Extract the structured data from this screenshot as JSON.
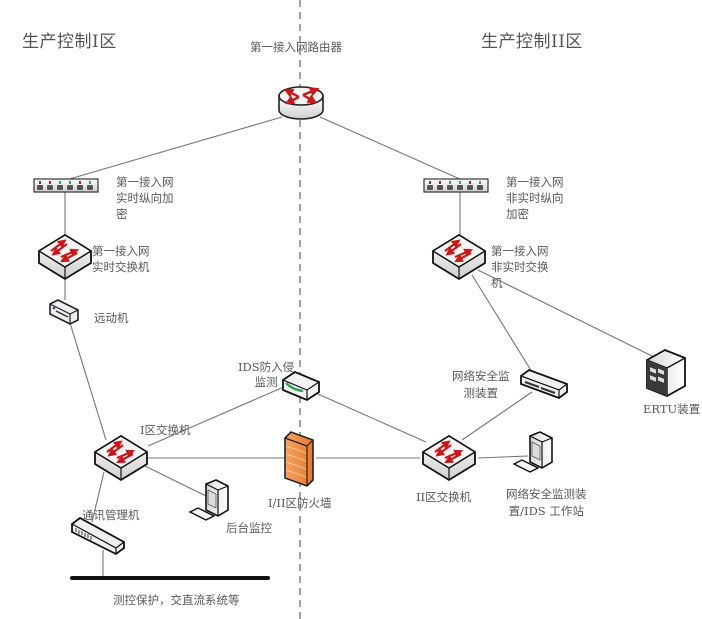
{
  "zones": {
    "left": "生产控制I区",
    "right": "生产控制II区"
  },
  "nodes": {
    "router": {
      "label": "第一接入网路由器",
      "icon": "router-icon"
    },
    "rt_encrypt": {
      "label": "第一接入网\n实时纵向加\n密",
      "icon": "encryption-device-icon"
    },
    "nrt_encrypt": {
      "label": "第一接入网\n非实时纵向\n加密",
      "icon": "encryption-device-icon"
    },
    "rt_switch": {
      "label": "第一接入网\n实时交换机",
      "icon": "switch-icon"
    },
    "nrt_switch": {
      "label": "第一接入网\n非实时交换\n机",
      "icon": "switch-icon"
    },
    "remote": {
      "label": "远动机",
      "icon": "remote-terminal-icon"
    },
    "ids": {
      "label": "IDS防入侵\n监测",
      "icon": "ids-device-icon"
    },
    "net_monitor": {
      "label": "网络安全监\n测装置",
      "icon": "monitor-device-icon"
    },
    "ertu": {
      "label": "ERTU装置",
      "icon": "server-icon"
    },
    "zone1_switch": {
      "label": "I区交换机",
      "icon": "switch-icon"
    },
    "firewall": {
      "label": "I/II区防火墙",
      "icon": "firewall-icon"
    },
    "zone2_switch": {
      "label": "II区交换机",
      "icon": "switch-icon"
    },
    "workstation": {
      "label": "网络安全监测装\n置/IDS 工作站",
      "icon": "workstation-icon"
    },
    "backend": {
      "label": "后台监控",
      "icon": "workstation-icon"
    },
    "comm_mgr": {
      "label": "通讯管理机",
      "icon": "comm-manager-icon"
    },
    "bus": {
      "label": "测控保护，交直流系统等",
      "icon": "bus-line"
    }
  },
  "links": [
    [
      "router",
      "rt_encrypt"
    ],
    [
      "router",
      "nrt_encrypt"
    ],
    [
      "rt_encrypt",
      "rt_switch"
    ],
    [
      "rt_switch",
      "remote"
    ],
    [
      "remote",
      "zone1_switch"
    ],
    [
      "nrt_encrypt",
      "nrt_switch"
    ],
    [
      "nrt_switch",
      "net_monitor"
    ],
    [
      "nrt_switch",
      "ertu"
    ],
    [
      "zone1_switch",
      "ids"
    ],
    [
      "ids",
      "zone2_switch"
    ],
    [
      "zone1_switch",
      "firewall"
    ],
    [
      "firewall",
      "zone2_switch"
    ],
    [
      "zone1_switch",
      "backend"
    ],
    [
      "zone1_switch",
      "comm_mgr"
    ],
    [
      "zone2_switch",
      "net_monitor"
    ],
    [
      "zone2_switch",
      "workstation"
    ],
    [
      "comm_mgr",
      "bus"
    ]
  ],
  "colors": {
    "line": "#777777",
    "divider": "#666666",
    "arrow": "#d01515",
    "firewall": "#f08a3c",
    "device_fill": "#f2f2f2",
    "device_stroke": "#1a1a1a"
  }
}
